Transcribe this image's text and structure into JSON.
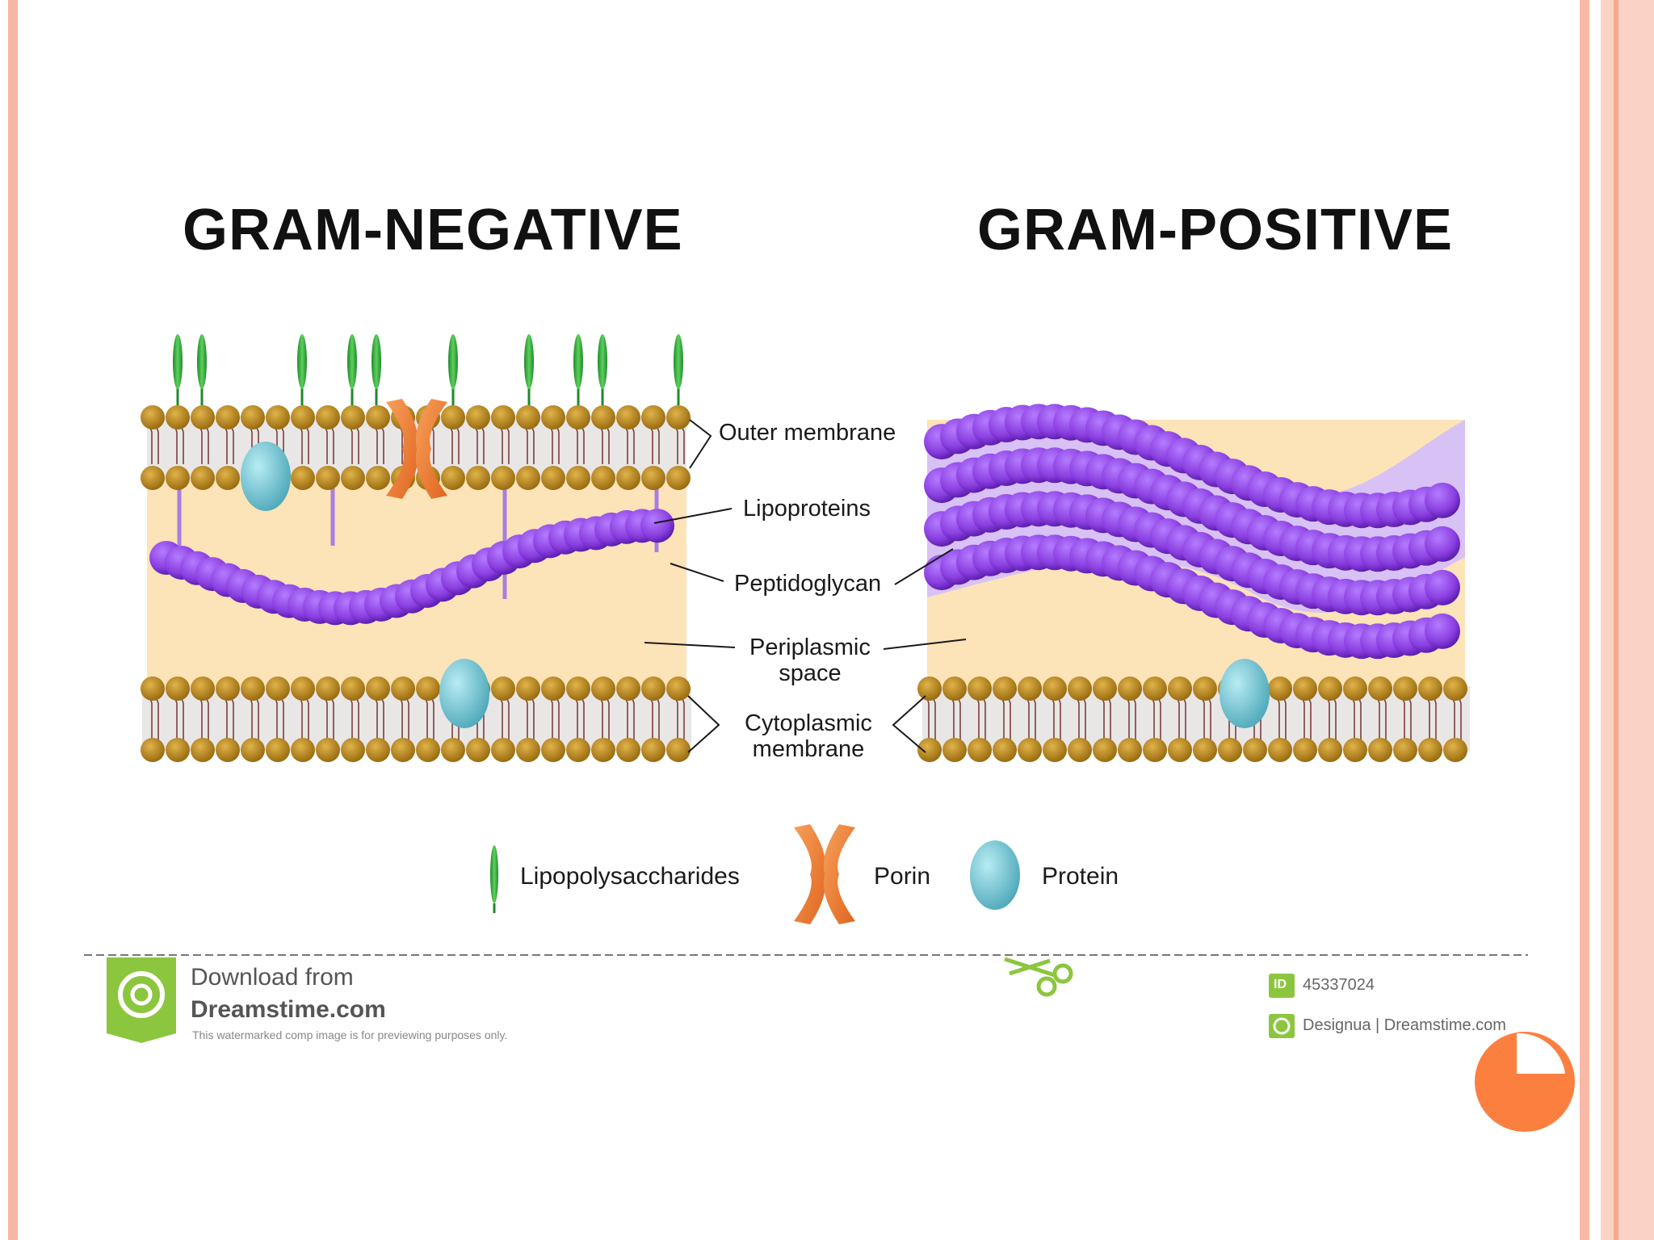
{
  "slide": {
    "colors": {
      "frame_left": "#f7b5a3",
      "frame_right": "#f9b9a5",
      "corner_circle": "#fb8040"
    }
  },
  "diagram": {
    "title_negative": "GRAM-NEGATIVE",
    "title_positive": "GRAM-POSITIVE",
    "labels": {
      "outer_membrane": "Outer membrane",
      "lipoproteins": "Lipoproteins",
      "peptidoglycan": "Peptidoglycan",
      "periplasmic_line1": "Periplasmic",
      "periplasmic_line2": "space",
      "cytoplasmic_line1": "Cytoplasmic",
      "cytoplasmic_line2": "membrane"
    },
    "legend": {
      "lipopolysaccharides": "Lipopolysaccharides",
      "porin": "Porin",
      "protein": "Protein"
    },
    "colors": {
      "lipid_head": "#b5851a",
      "lipid_tail": "#7a3e3e",
      "periplasm": "#fde3b8",
      "peptidoglycan": "#8a3ee0",
      "peptidoglycan_dark": "#5e1fb0",
      "lps": "#2fa83a",
      "porin": "#f08a3c",
      "protein": "#79c6d3",
      "lipoprotein": "#a77fe0"
    }
  },
  "watermark": {
    "download_line1": "Download from",
    "download_line2": "Dreamstime.com",
    "disclaimer": "This watermarked comp image is for previewing purposes only.",
    "id_badge": "ID",
    "id_number": "45337024",
    "credit": "Designua | Dreamstime.com"
  }
}
